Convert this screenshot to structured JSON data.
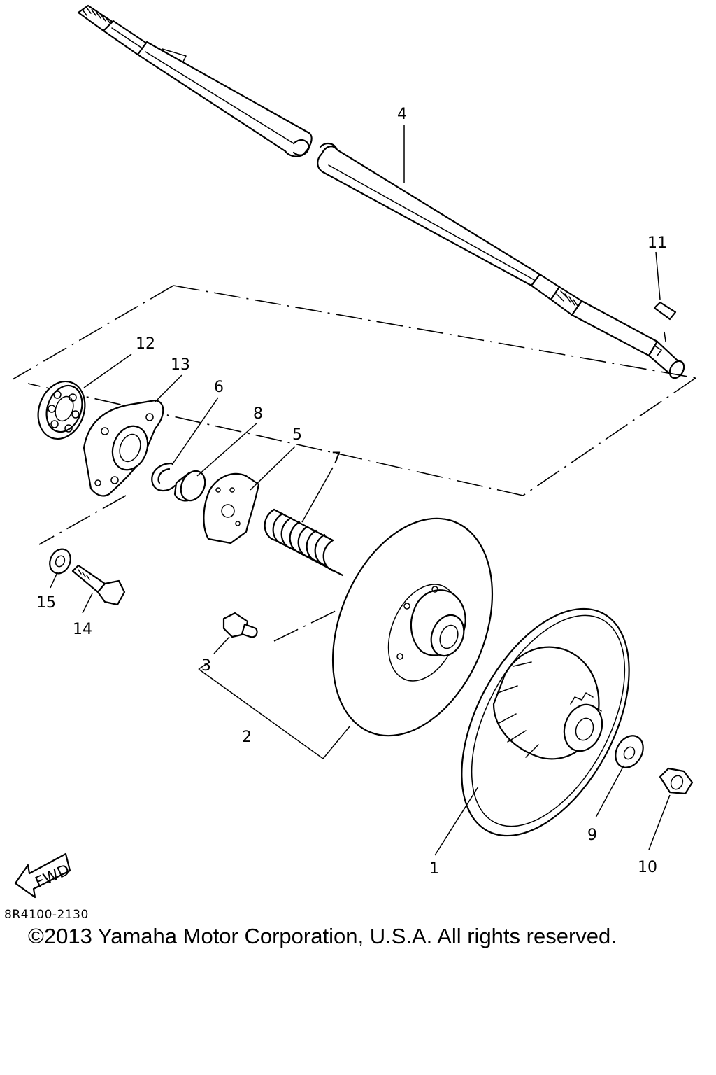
{
  "diagram": {
    "callouts": [
      {
        "id": "c1",
        "label": "1"
      },
      {
        "id": "c2",
        "label": "2"
      },
      {
        "id": "c3",
        "label": "3"
      },
      {
        "id": "c4",
        "label": "4"
      },
      {
        "id": "c5",
        "label": "5"
      },
      {
        "id": "c6",
        "label": "6"
      },
      {
        "id": "c7",
        "label": "7"
      },
      {
        "id": "c8",
        "label": "8"
      },
      {
        "id": "c9",
        "label": "9"
      },
      {
        "id": "c10",
        "label": "10"
      },
      {
        "id": "c11",
        "label": "11"
      },
      {
        "id": "c12",
        "label": "12"
      },
      {
        "id": "c13",
        "label": "13"
      },
      {
        "id": "c14",
        "label": "14"
      },
      {
        "id": "c15",
        "label": "15"
      }
    ],
    "fwd_label": "FWD",
    "diagram_code": "8R4100-2130"
  },
  "footer": {
    "copyright": "©2013 Yamaha Motor Corporation, U.S.A. All rights reserved."
  }
}
